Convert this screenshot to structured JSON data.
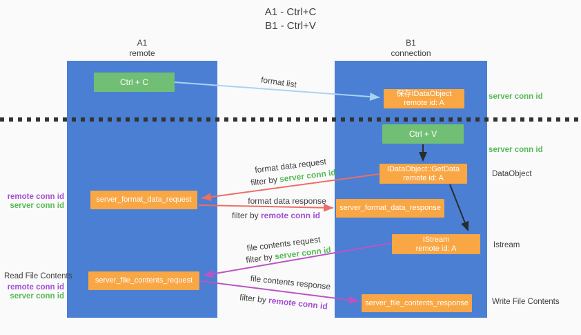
{
  "title": {
    "line1": "A1 - Ctrl+C",
    "line2": "B1 - Ctrl+V"
  },
  "lanes": {
    "left": {
      "name": "A1",
      "role": "remote"
    },
    "right": {
      "name": "B1",
      "role": "connection"
    }
  },
  "nodes": {
    "ctrl_c": {
      "label": "Ctrl + C"
    },
    "save_idataobject": {
      "line1": "保存IDataObject",
      "line2": "remote id: A"
    },
    "ctrl_v": {
      "label": "Ctrl + V"
    },
    "getdata": {
      "line1": "IDataObject::GetData",
      "line2": "remote id: A"
    },
    "format_request": {
      "label": "server_format_data_request"
    },
    "format_response": {
      "label": "server_format_data_response"
    },
    "istream": {
      "line1": "IStream",
      "line2": "remote id: A"
    },
    "file_request": {
      "label": "server_file_contents_request"
    },
    "file_response": {
      "label": "server_file_contents_response"
    }
  },
  "side_labels": {
    "server_conn_id_top": "server conn id",
    "server_conn_id_mid": "server conn id",
    "dataobject": "DataObject",
    "istream": "Istream",
    "write_file_contents": "Write File Contents",
    "read_file_contents": "Read File Contents",
    "format_remote_conn_id": "remote conn id",
    "format_server_conn_id": "server conn id",
    "file_remote_conn_id": "remote conn id",
    "file_server_conn_id": "server conn id"
  },
  "flow_labels": {
    "format_list": "format list",
    "format_data_request": "format data request",
    "format_data_response": "format data response",
    "file_contents_request": "file contents request",
    "file_contents_response": "file contents response",
    "filter_by": "filter by ",
    "server_conn_id": "server conn id",
    "remote_conn_id": "remote conn id"
  },
  "colors": {
    "bg": "#fafafa",
    "lane_blue": "#4a7fd3",
    "node_green": "#71bf74",
    "node_orange": "#f9a644",
    "arrow_blue": "#a9d3f0",
    "arrow_red": "#ed6e63",
    "arrow_magenta": "#bd53c5",
    "arrow_black": "#2b2b2b",
    "text_green": "#57b957",
    "text_purple": "#a34fd0",
    "text_dark": "#3f3f3f"
  }
}
